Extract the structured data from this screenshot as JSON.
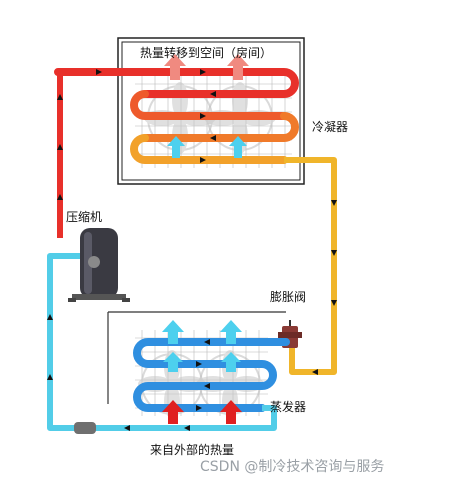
{
  "labels": {
    "condenser_caption": "热量转移到空间（房间）",
    "condenser": "冷凝器",
    "compressor": "压缩机",
    "expansion_valve": "膨胀阀",
    "evaporator": "蒸发器",
    "evaporator_caption": "来自外部的热量"
  },
  "watermark": "CSDN @制冷技术咨询与服务",
  "colors": {
    "hot_gas": "#e8302a",
    "warm_liquid": "#f0a92a",
    "cold_liquid": "#1e7fd6",
    "cool_vapor": "#52cde8",
    "coil_hot": "#e8302a",
    "coil_mid": "#f07a2a",
    "coil_orange": "#f2a12a",
    "coil_blue": "#2f8fe0",
    "heat_out_arrow": "#f08080",
    "heat_in_arrow": "#e02020",
    "cold_air_arrow": "#4dd0ee",
    "fan": "#c8c8c8"
  }
}
